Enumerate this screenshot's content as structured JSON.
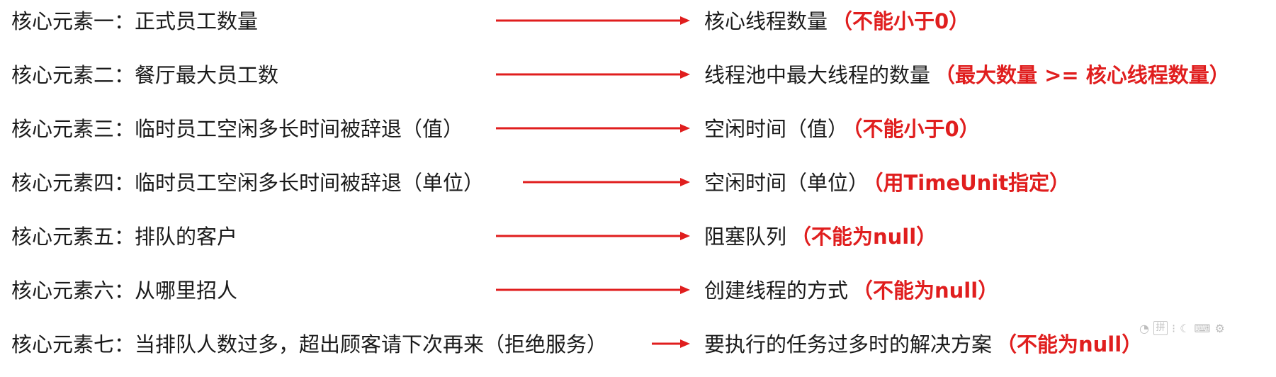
{
  "rows": [
    {
      "left": "核心元素一：正式员工数量",
      "right": "核心线程数量",
      "note": "（不能小于0）"
    },
    {
      "left": "核心元素二：餐厅最大员工数",
      "right": "线程池中最大线程的数量",
      "note": "（最大数量 >= 核心线程数量）"
    },
    {
      "left": "核心元素三：临时员工空闲多长时间被辞退（值）",
      "right": "空闲时间（值）",
      "note": "（不能小于0）"
    },
    {
      "left": "核心元素四：临时员工空闲多长时间被辞退（单位）",
      "right": "空闲时间（单位）",
      "note": "（用TimeUnit指定）"
    },
    {
      "left": "核心元素五：排队的客户",
      "right": "阻塞队列",
      "note": "（不能为null）"
    },
    {
      "left": "核心元素六：从哪里招人",
      "right": "创建线程的方式",
      "note": "（不能为null）"
    },
    {
      "left": "核心元素七：当排队人数过多，超出顾客请下次再来（拒绝服务）",
      "right": "要执行的任务过多时的解决方案",
      "note": "（不能为null）"
    }
  ],
  "colors": {
    "arrow": "#e01e1e",
    "note": "#e01e1e",
    "text": "#1a1a1a"
  },
  "ime": {
    "label": "拼"
  }
}
